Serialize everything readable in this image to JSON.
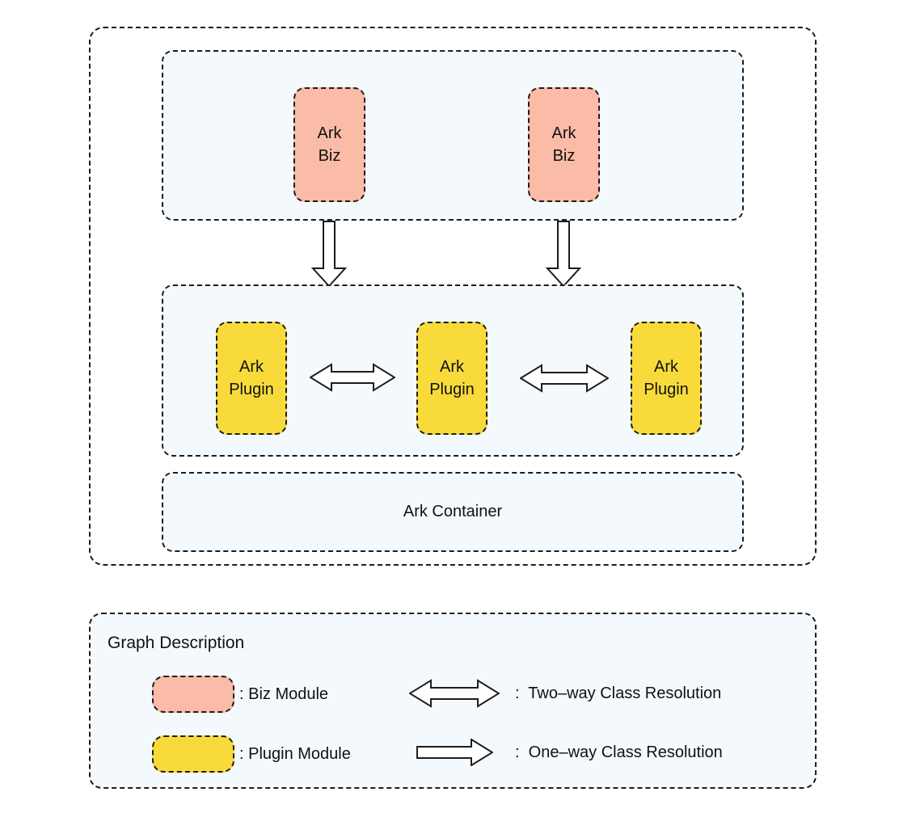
{
  "diagram": {
    "biz_layer": {
      "nodes": [
        {
          "line1": "Ark",
          "line2": "Biz"
        },
        {
          "line1": "Ark",
          "line2": "Biz"
        }
      ]
    },
    "plugin_layer": {
      "nodes": [
        {
          "line1": "Ark",
          "line2": "Plugin"
        },
        {
          "line1": "Ark",
          "line2": "Plugin"
        },
        {
          "line1": "Ark",
          "line2": "Plugin"
        }
      ]
    },
    "container": {
      "label": "Ark Container"
    }
  },
  "legend": {
    "title": "Graph Description",
    "biz_item": {
      "label": ": Biz Module",
      "swatch_color": "#fabca7"
    },
    "plugin_item": {
      "label": ": Plugin Module",
      "swatch_color": "#f8db3b"
    },
    "two_way_item": {
      "label": ":  Two–way Class Resolution",
      "icon": "two-way-arrow"
    },
    "one_way_item": {
      "label": ":  One–way Class Resolution",
      "icon": "one-way-arrow"
    }
  },
  "colors": {
    "biz_module": "#fabca7",
    "plugin_module": "#f8db3b",
    "layer_background": "#f4f9fd",
    "dashed_border": "#1c1c1c",
    "text": "#111111",
    "page_background": "#ffffff"
  }
}
